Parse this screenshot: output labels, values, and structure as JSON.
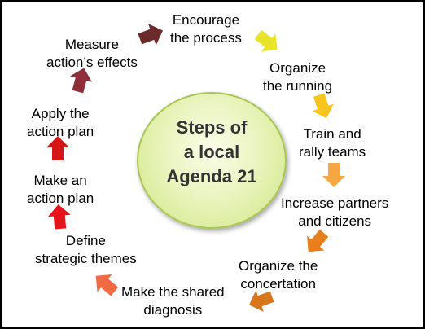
{
  "center": {
    "lines": [
      "Steps of",
      "a local",
      "Agenda 21"
    ]
  },
  "steps": [
    {
      "lines": [
        "Encourage",
        "the process"
      ]
    },
    {
      "lines": [
        "Organize",
        "the running"
      ]
    },
    {
      "lines": [
        "Train and",
        "rally teams"
      ]
    },
    {
      "lines": [
        "Increase partners",
        "and citizens"
      ]
    },
    {
      "lines": [
        "Organize the",
        "concertation"
      ]
    },
    {
      "lines": [
        "Make the shared",
        "diagnosis"
      ]
    },
    {
      "lines": [
        "Define",
        "strategic themes"
      ]
    },
    {
      "lines": [
        "Make an",
        "action plan"
      ]
    },
    {
      "lines": [
        "Apply the",
        "action plan"
      ]
    },
    {
      "lines": [
        "Measure",
        "action’s effects"
      ]
    }
  ],
  "arrows": [
    {
      "color": "#e8e42a",
      "from": "encourage-the-process",
      "to": "organize-the-running"
    },
    {
      "color": "#f7c51c",
      "from": "organize-the-running",
      "to": "train-and-rally-teams"
    },
    {
      "color": "#f6a642",
      "from": "train-and-rally-teams",
      "to": "increase-partners-and-citizens"
    },
    {
      "color": "#e87f1c",
      "from": "increase-partners-and-citizens",
      "to": "organize-the-concertation"
    },
    {
      "color": "#d8761e",
      "from": "organize-the-concertation",
      "to": "make-the-shared-diagnosis"
    },
    {
      "color": "#f26a44",
      "from": "make-the-shared-diagnosis",
      "to": "define-strategic-themes"
    },
    {
      "color": "#e8131a",
      "from": "define-strategic-themes",
      "to": "make-an-action-plan"
    },
    {
      "color": "#d41616",
      "from": "make-an-action-plan",
      "to": "apply-the-action-plan"
    },
    {
      "color": "#8f2f3b",
      "from": "apply-the-action-plan",
      "to": "measure-actions-effects"
    },
    {
      "color": "#6b2a2c",
      "from": "measure-actions-effects",
      "to": "encourage-the-process"
    }
  ],
  "colors": {
    "circle_border": "#a7c653",
    "circle_fill": "#dcebad",
    "background": "#ffffff"
  }
}
